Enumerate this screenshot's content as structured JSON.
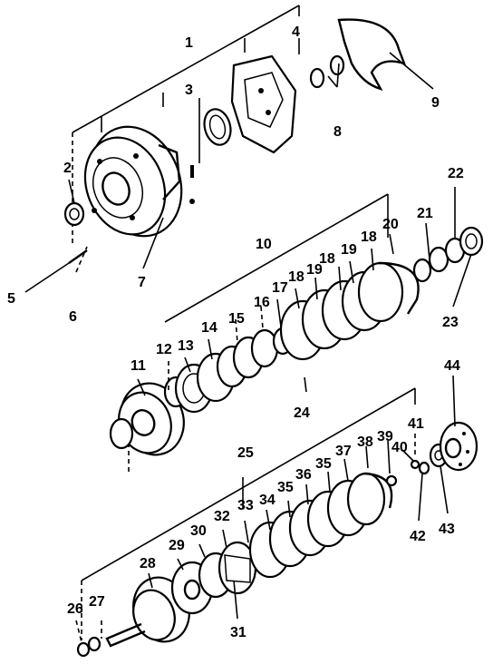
{
  "figure": {
    "callouts": [
      "1",
      "2",
      "3",
      "4",
      "5",
      "6",
      "7",
      "8",
      "9",
      "10",
      "11",
      "12",
      "13",
      "14",
      "15",
      "16",
      "17",
      "18",
      "18",
      "18",
      "19",
      "19",
      "20",
      "21",
      "22",
      "23",
      "24",
      "25",
      "26",
      "27",
      "28",
      "29",
      "30",
      "31",
      "32",
      "33",
      "34",
      "35",
      "35",
      "36",
      "37",
      "38",
      "39",
      "40",
      "41",
      "42",
      "43",
      "44"
    ]
  }
}
